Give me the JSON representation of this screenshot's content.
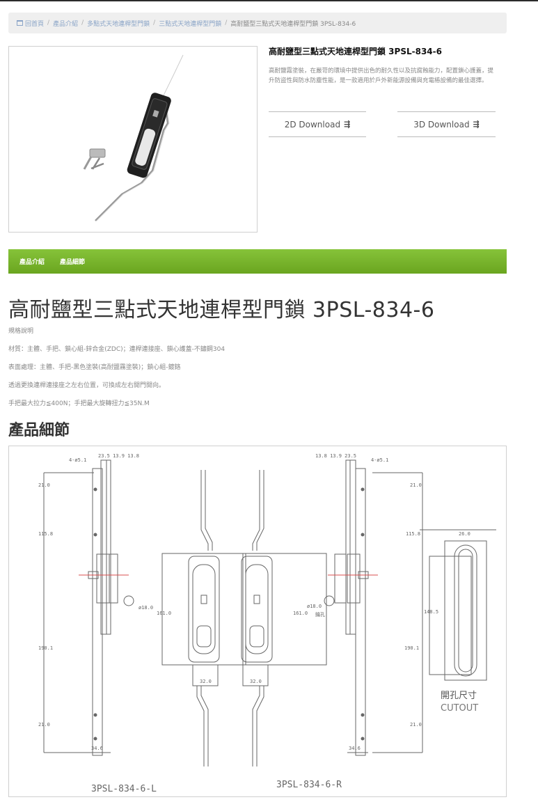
{
  "breadcrumb": {
    "home": "回首頁",
    "items": [
      "產品介紹",
      "多點式天地連桿型門鎖",
      "三點式天地連桿型門鎖"
    ],
    "current": "高耐鹽型三點式天地連桿型門鎖 3PSL-834-6"
  },
  "product": {
    "title": "高耐鹽型三點式天地連桿型門鎖 3PSL-834-6",
    "description": "高耐鹽霧塗裝，在嚴苛的環境中提供出色的耐久性以及抗腐蝕能力，配置鎖心護蓋，提升防盜性與防水防塵性能，是一款適用於戶外新能源設備與充電樁設備的最佳選擇。",
    "download_2d": "2D Download",
    "download_3d": "3D Download"
  },
  "tabs": [
    "產品介紹",
    "產品細節"
  ],
  "main_title": "高耐鹽型三點式天地連桿型門鎖 3PSL-834-6",
  "spec_label": "規格說明",
  "specs": [
    "材質：主體、手把、鎖心組-鋅合金(ZDC)；連桿連接座、鎖心護蓋-不鏽鋼304",
    "表面處理：主體、手把-黑色塗裝(高耐鹽霧塗裝)；鎖心組-鍍鉻",
    "透過更換連桿連接座之左右位置，可換成左右開門開向。",
    "手把最大拉力≦400N；手把最大旋轉扭力≦35N.M"
  ],
  "details_title": "產品細節",
  "drawing": {
    "dim_holes": "4-ø5.1",
    "dim_top_left": "23.5 13.9 13.8",
    "dim_top_right": "13.8 13.9 23.5",
    "dim_21": "21.0",
    "dim_115": "115.8",
    "dim_190": "190.1",
    "dim_161": "161.0",
    "dim_hole_d": "ø18.0",
    "dim_32": "32.0",
    "dim_34": "34.6",
    "dim_26": "26.0",
    "dim_148": "148.5",
    "key_hole_label": "鑰孔",
    "cutout_zh": "開孔尺寸",
    "cutout_en": "CUTOUT",
    "model_left": "3PSL-834-6-L",
    "model_right": "3PSL-834-6-R"
  }
}
